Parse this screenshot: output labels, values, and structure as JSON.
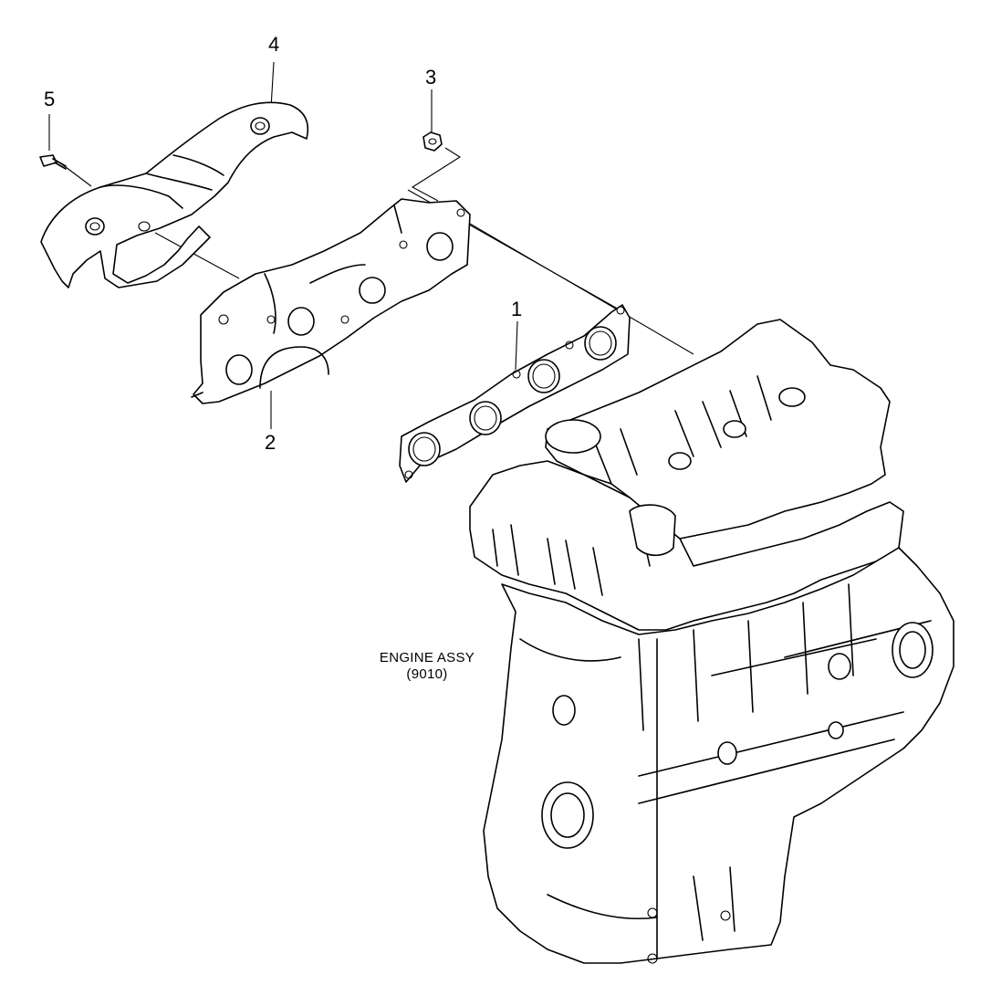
{
  "diagram": {
    "callouts": [
      {
        "id": "1",
        "label": "1"
      },
      {
        "id": "2",
        "label": "2"
      },
      {
        "id": "3",
        "label": "3"
      },
      {
        "id": "4",
        "label": "4"
      },
      {
        "id": "5",
        "label": "5"
      }
    ],
    "engine": {
      "name": "ENGINE ASSY",
      "code": "(9010)"
    }
  }
}
